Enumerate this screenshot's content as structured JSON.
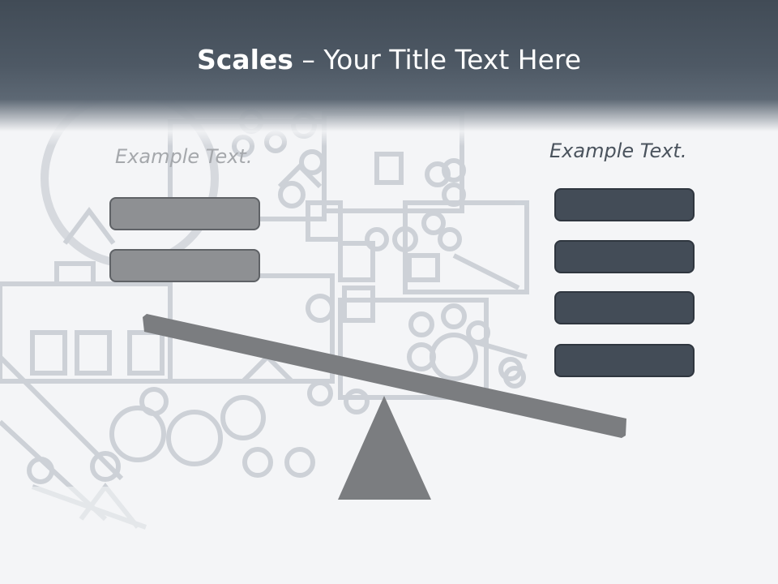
{
  "slide": {
    "title_bold": "Scales",
    "title_rest": " – Your Title Text Here",
    "left_label": "Example Text.",
    "right_label": "Example Text."
  },
  "colors": {
    "header_dark": "#414b56",
    "left_box_fill": "#8e9093",
    "right_box_fill": "#434c57",
    "scale_gray": "#7b7d80",
    "background": "#f4f5f7"
  }
}
